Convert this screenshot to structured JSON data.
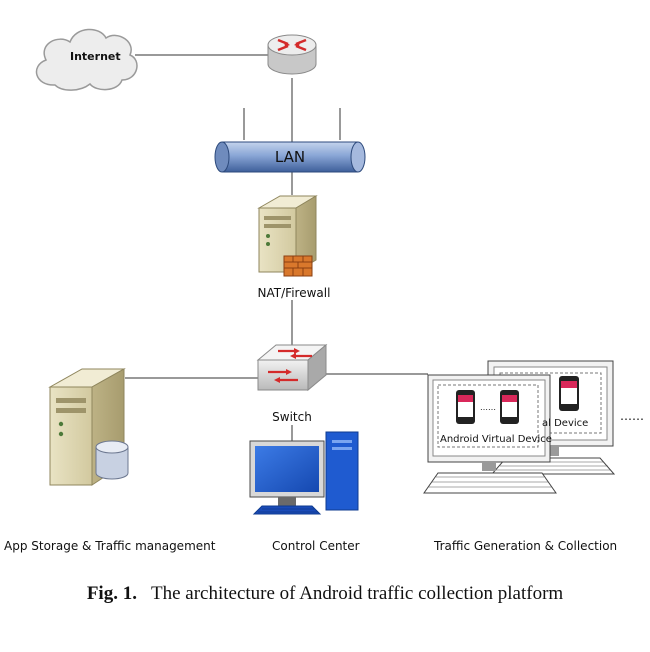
{
  "diagram": {
    "nodes": {
      "internet": "Internet",
      "lan": "LAN",
      "firewall": "NAT/Firewall",
      "switch": "Switch",
      "storage": "App Storage  & Traffic management",
      "control": "Control Center",
      "traffic": "Traffic Generation & Collection",
      "avd_front": "Android Virtual Device",
      "avd_back": "al Device",
      "ellipsis_inner": "……",
      "ellipsis_outer": "……"
    },
    "colors": {
      "lan_pipe": "#7f9bc9",
      "monitor_screen": "#1f5bd0",
      "router_arrow": "#d42a2a",
      "firewall_brick": "#d9782c",
      "phone_screen": "#d9285a"
    }
  },
  "caption": {
    "label": "Fig. 1.",
    "text": "The architecture of Android traffic collection platform"
  }
}
